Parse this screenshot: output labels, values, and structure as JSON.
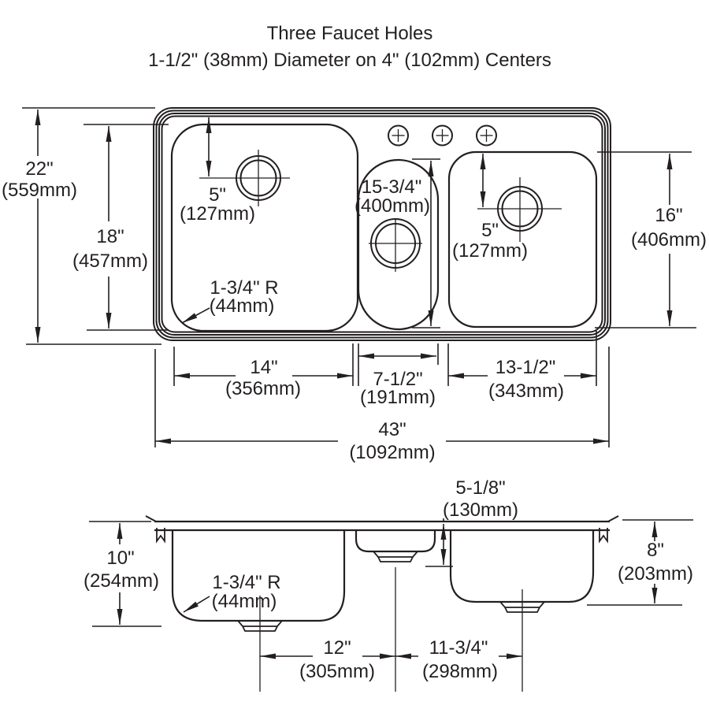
{
  "title": {
    "line1": "Three Faucet Holes",
    "line2": "1-1/2\" (38mm) Diameter on 4\" (102mm) Centers"
  },
  "top_view": {
    "overall_depth_in": "22\"",
    "overall_depth_mm": "(559mm)",
    "bowl_front_back_in": "18\"",
    "bowl_front_back_mm": "(457mm)",
    "left_drain_offset_in": "5\"",
    "left_drain_offset_mm": "(127mm)",
    "center_bowl_length_in": "15-3/4\"",
    "center_bowl_length_mm": "(400mm)",
    "right_drain_offset_in": "5\"",
    "right_drain_offset_mm": "(127mm)",
    "right_bowl_front_back_in": "16\"",
    "right_bowl_front_back_mm": "(406mm)",
    "corner_radius_in": "1-3/4\" R",
    "corner_radius_mm": "(44mm)",
    "left_bowl_width_in": "14\"",
    "left_bowl_width_mm": "(356mm)",
    "center_bowl_width_in": "7-1/2\"",
    "center_bowl_width_mm": "(191mm)",
    "right_bowl_width_in": "13-1/2\"",
    "right_bowl_width_mm": "(343mm)",
    "overall_width_in": "43\"",
    "overall_width_mm": "(1092mm)"
  },
  "section_view": {
    "center_bowl_depth_in": "5-1/8\"",
    "center_bowl_depth_mm": "(130mm)",
    "left_bowl_depth_in": "10\"",
    "left_bowl_depth_mm": "(254mm)",
    "right_bowl_depth_in": "8\"",
    "right_bowl_depth_mm": "(203mm)",
    "corner_radius_in": "1-3/4\" R",
    "corner_radius_mm": "(44mm)",
    "left_to_center_drain_in": "12\"",
    "left_to_center_drain_mm": "(305mm)",
    "center_to_right_drain_in": "11-3/4\"",
    "center_to_right_drain_mm": "(298mm)"
  },
  "colors": {
    "line": "#231f20",
    "background": "#ffffff"
  }
}
